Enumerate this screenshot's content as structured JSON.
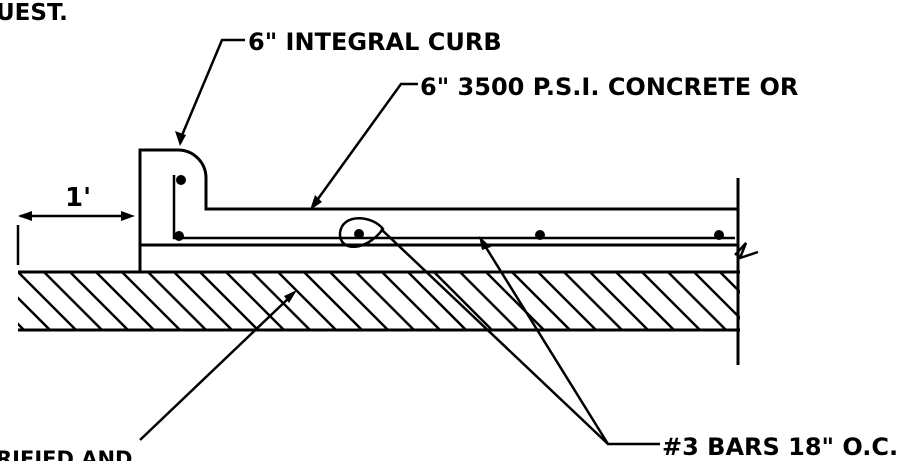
{
  "labels": {
    "top_left_fragment": "UEST.",
    "curb": "6\" INTEGRAL CURB",
    "concrete": "6\" 3500 P.S.I. CONCRETE OR",
    "dimension": "1'",
    "bars": "#3 BARS 18\" O.C.",
    "bottom_left_fragment": "RIFIED AND"
  },
  "colors": {
    "ink": "#000000",
    "paper": "#ffffff"
  }
}
